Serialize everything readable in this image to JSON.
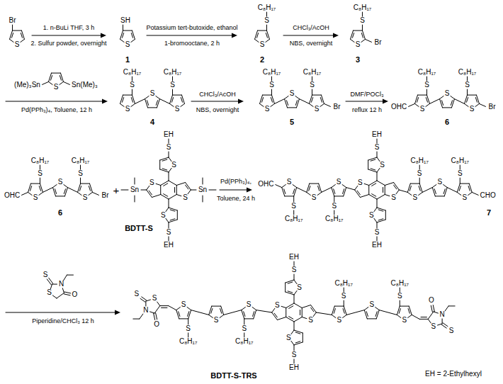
{
  "diagram": {
    "labels": [
      "S",
      "Br",
      "1. n-BuLi THF, 3 h",
      "2. Sulfur powder, overnight",
      "S",
      "SH",
      "1",
      "Potassium tert-butoxide, ethanol",
      "1-bromooctane, 2 h",
      "S",
      "S",
      "C₈H₁₇",
      "2",
      "CHCl₃/AcOH",
      "NBS, overnight",
      "S",
      "S",
      "C₈H₁₇",
      "Br",
      "3",
      "S",
      "(Me)₃Sn",
      "Sn(Me)₃",
      "Pd(PPh₃)₄, Toluene, 12 h",
      "S",
      "S",
      "C₈H₁₇",
      "S",
      "S",
      "S",
      "C₈H₁₇",
      "4",
      "CHCl₃/AcOH",
      "NBS, overnight",
      "S",
      "S",
      "C₈H₁₇",
      "S",
      "S",
      "S",
      "C₈H₁₇",
      "Br",
      "5",
      "DMF/POCl₃",
      "reflux 12 h",
      "OHC",
      "S",
      "S",
      "C₈H₁₇",
      "S",
      "S",
      "S",
      "C₈H₁₇",
      "Br",
      "6",
      "OHC",
      "S",
      "S",
      "C₈H₁₇",
      "S",
      "S",
      "S",
      "C₈H₁₇",
      "Br",
      "6",
      "+",
      "S",
      "S",
      "EH",
      "S",
      "S",
      "S",
      "S",
      "EH",
      "Sn",
      "Sn",
      "BDTT-S",
      "Pd(PPh₃)₄,",
      "Toluene, 24 h",
      "S",
      "S",
      "C₈H₁₇",
      "S",
      "S",
      "S",
      "C₈H₁₇",
      "OHC",
      "S",
      "S",
      "EH",
      "S",
      "S",
      "S",
      "S",
      "EH",
      "S",
      "S",
      "C₈H₁₇",
      "S",
      "S",
      "S",
      "C₈H₁₇",
      "CHO",
      "7",
      "S",
      "N",
      "S",
      "O",
      "Piperidine/CHCl₃ 12 h",
      "S",
      "S",
      "C₈H₁₇",
      "S",
      "S",
      "S",
      "C₈H₁₇",
      "O",
      "N",
      "S",
      "S",
      "S",
      "S",
      "EH",
      "S",
      "S",
      "S",
      "S",
      "EH",
      "S",
      "S",
      "C₈H₁₇",
      "S",
      "S",
      "S",
      "C₈H₁₇",
      "O",
      "N",
      "S",
      "S",
      "BDTT-S-TRS",
      "EH = 2-Ethylhexyl"
    ]
  }
}
